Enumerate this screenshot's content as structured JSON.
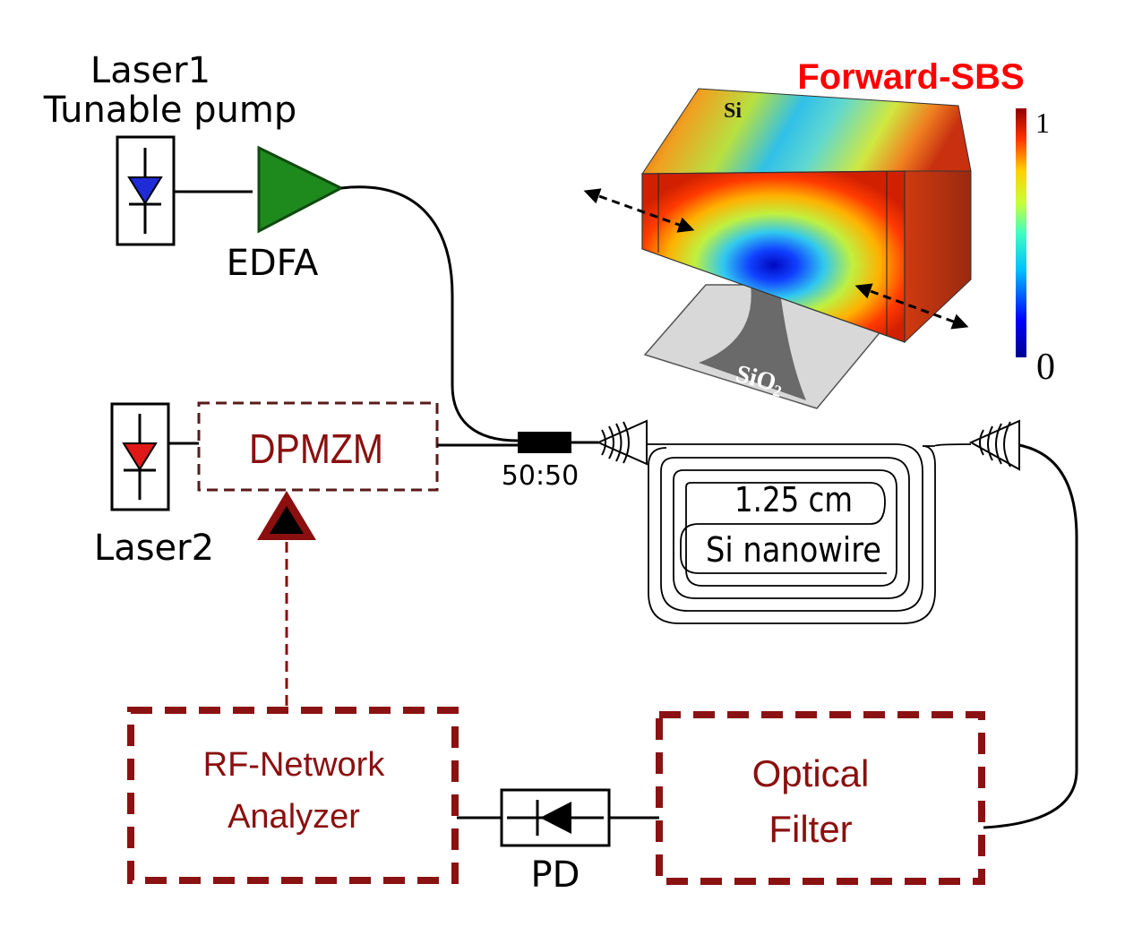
{
  "colors": {
    "dark_red": "#8b0f0f",
    "title_red": "#ff0000",
    "edfa_green": "#1e8a1e",
    "laser1_blue": "#1f2bd6",
    "laser2_red": "#e01818"
  },
  "laser1": {
    "line1": "Laser1",
    "line2": "Tunable pump",
    "icon": "laser-diode-icon"
  },
  "edfa": {
    "label": "EDFA",
    "icon": "amplifier-triangle-icon"
  },
  "laser2": {
    "label": "Laser2",
    "icon": "laser-diode-icon"
  },
  "dpmzm": {
    "label": "DPMZM"
  },
  "coupler": {
    "label": "50:50"
  },
  "nanowire": {
    "line1": "1.25 cm",
    "line2": "Si nanowire"
  },
  "inset": {
    "title": "Forward-SBS",
    "si_label": "Si",
    "sio2_label": "SiO",
    "sio2_sub": "2",
    "colorbar_max": "1",
    "colorbar_min": "0"
  },
  "rf_analyzer": {
    "line1": "RF-Network",
    "line2": "Analyzer"
  },
  "pd": {
    "label": "PD",
    "icon": "photodiode-icon"
  },
  "optical_filter": {
    "line1": "Optical",
    "line2": "Filter"
  }
}
